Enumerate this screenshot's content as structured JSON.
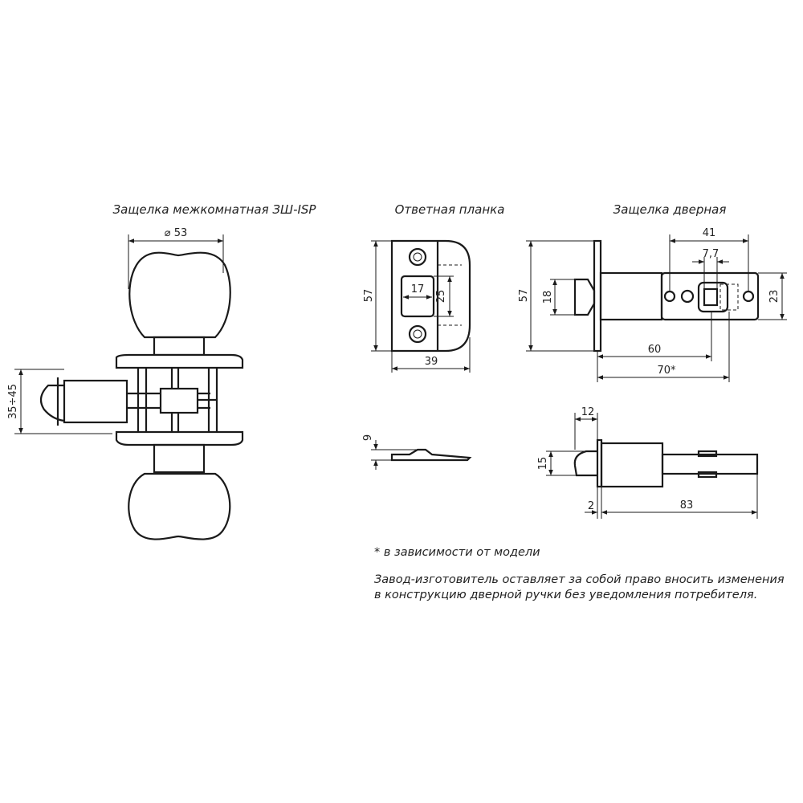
{
  "titles": {
    "knob_latch": "Защелка межкомнатная ЗШ-ISP",
    "strike_plate": "Ответная планка",
    "door_latch": "Защелка дверная"
  },
  "dimensions": {
    "knob_diameter": "⌀ 53",
    "backset_range": "35÷45",
    "strike_height": "57",
    "strike_window_w": "17",
    "strike_window_h": "25",
    "strike_width": "39",
    "strike_depth": "9",
    "latch_height": "57",
    "bolt_height": "18",
    "spindle_offset": "41",
    "square_size": "7,7",
    "tail_height": "23",
    "length_60": "60",
    "length_70": "70*",
    "bolt_proj": "12",
    "bolt_h_side": "15",
    "plate_thick": "2",
    "length_83": "83"
  },
  "notes": {
    "footnote": "* в зависимости от модели",
    "disclaimer_line1": "Завод-изготовитель оставляет за собой право вносить изменения",
    "disclaimer_line2": "в конструкцию дверной ручки без уведомления потребителя."
  }
}
